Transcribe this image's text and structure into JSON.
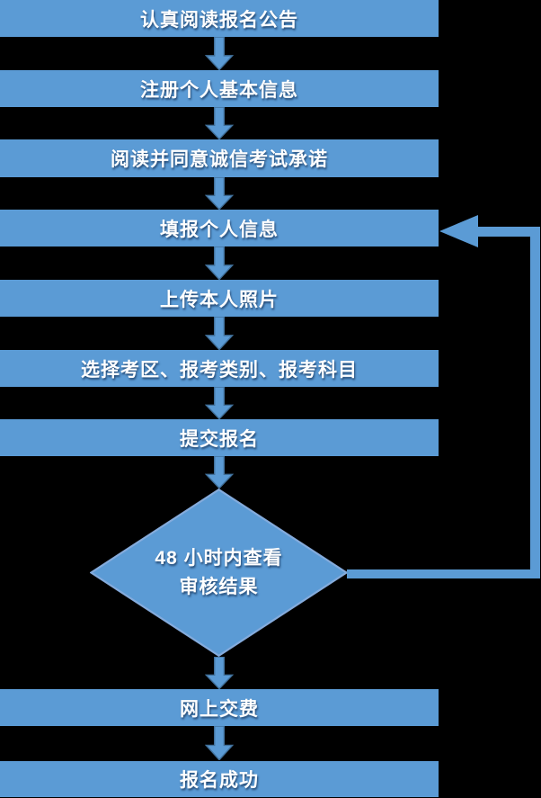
{
  "colors": {
    "background": "#000000",
    "shape_fill": "#5b9bd5",
    "arrow_outline": "#41719c",
    "diamond_outline": "#84abdc",
    "text": "#ffffff"
  },
  "flow": {
    "boxes_before_decision": [
      {
        "label": "认真阅读报名公告"
      },
      {
        "label": "注册个人基本信息"
      },
      {
        "label": "阅读并同意诚信考试承诺"
      },
      {
        "label": "填报个人信息"
      },
      {
        "label": "上传本人照片"
      },
      {
        "label": "选择考区、报考类别、报考科目"
      },
      {
        "label": "提交报名"
      }
    ],
    "decision": {
      "line1": "48 小时内查看",
      "line2": "审核结果"
    },
    "boxes_after_decision": [
      {
        "label": "网上交费"
      },
      {
        "label": "报名成功"
      }
    ]
  }
}
